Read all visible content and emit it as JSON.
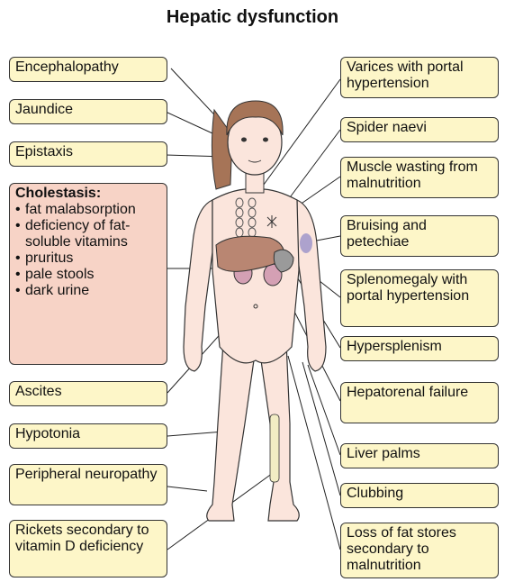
{
  "title": "Hepatic dysfunction",
  "left_labels": {
    "encephalopathy": "Encephalopathy",
    "jaundice": "Jaundice",
    "epistaxis": "Epistaxis",
    "ascites": "Ascites",
    "hypotonia": "Hypotonia",
    "peripheral_neuropathy": "Peripheral neuropathy",
    "rickets": "Rickets secondary to vitamin D deficiency"
  },
  "cholestasis": {
    "heading": "Cholestasis:",
    "items": [
      "fat malabsorption",
      "deficiency of fat-soluble vitamins",
      "pruritus",
      "pale stools",
      "dark urine"
    ]
  },
  "right_labels": {
    "varices": "Varices with portal hypertension",
    "spider_naevi": "Spider naevi",
    "muscle_wasting": "Muscle wasting from malnutrition",
    "bruising": "Bruising and petechiae",
    "splenomegaly": "Splenomegaly with portal hypertension",
    "hypersplenism": "Hypersplenism",
    "hepatorenal": "Hepatorenal failure",
    "liver_palms": "Liver palms",
    "clubbing": "Clubbing",
    "loss_fat": "Loss of fat stores secondary to malnutrition"
  },
  "colors": {
    "label_fill": "#fdf6c8",
    "cholestasis_fill": "#f7d3c6",
    "skin": "#fbe5dc",
    "hair": "#a67457",
    "liver": "#b98672",
    "spleen": "#9a9a9a",
    "kidney": "#d4a0b4",
    "bone": "#f2edc4",
    "bruise": "#8c86c6"
  }
}
